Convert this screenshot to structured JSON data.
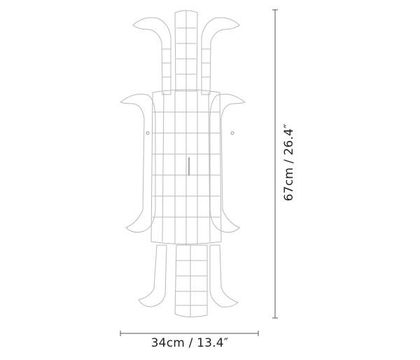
{
  "product": {
    "subject": "crystal wall sconce line drawing",
    "icon": "wall-sconce-sketch"
  },
  "dimensions": {
    "width_label": "34cm / 13.4″",
    "height_label": "67cm / 26.4″"
  },
  "colors": {
    "background": "#ffffff",
    "sketch_stroke": "#b8b8b8",
    "dimension_line": "#555555",
    "text": "#222222"
  }
}
